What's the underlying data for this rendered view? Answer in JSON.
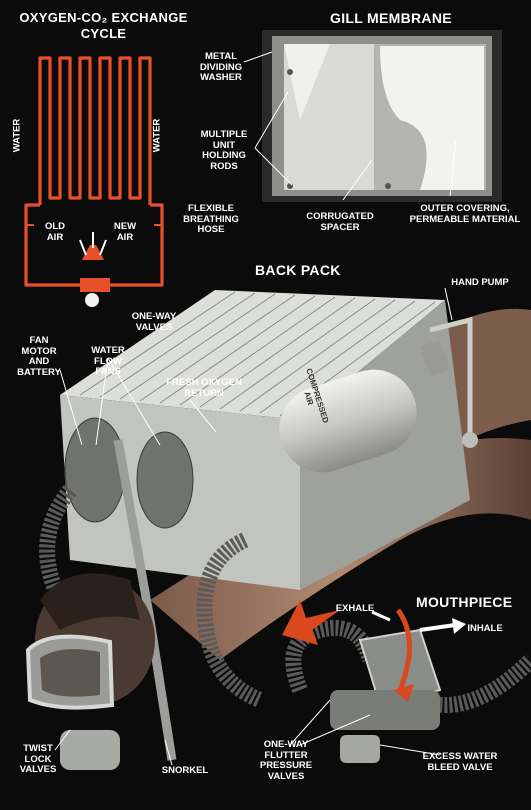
{
  "titles": {
    "cycle": "OXYGEN-CO₂ EXCHANGE CYCLE",
    "gill": "GILL MEMBRANE",
    "backpack": "BACK PACK",
    "mouthpiece": "MOUTHPIECE"
  },
  "labels": {
    "water_left": "WATER",
    "water_right": "WATER",
    "old_air": "OLD\nAIR",
    "new_air": "NEW\nAIR",
    "one_way_valves": "ONE-WAY\nVALVES",
    "metal_washer": "METAL\nDIVIDING\nWASHER",
    "holding_rods": "MULTIPLE\nUNIT\nHOLDING\nRODS",
    "flexible_hose": "FLEXIBLE\nBREATHING\nHOSE",
    "corrugated_spacer": "CORRUGATED\nSPACER",
    "outer_covering": "OUTER COVERING,\nPERMEABLE MATERIAL",
    "hand_pump": "HAND PUMP",
    "fan_motor": "FAN\nMOTOR\nAND\nBATTERY",
    "water_flow_fans": "WATER\nFLOW\nFANS",
    "fresh_oxygen": "FRESH OXYGEN\nRETURN",
    "exhale": "EXHALE",
    "inhale": "INHALE",
    "twist_lock": "TWIST\nLOCK\nVALVES",
    "snorkel": "SNORKEL",
    "flutter_valves": "ONE-WAY\nFLUTTER\nPRESSURE\nVALVES",
    "bleed_valve": "EXCESS WATER\nBLEED VALVE",
    "cylinder_text": "COMPRESSED\nAIR"
  },
  "colors": {
    "cycle_orange": "#e8502a",
    "background": "#0b0b0b",
    "metal": "#c9ccc8",
    "arrow_orange": "#d9481f"
  }
}
